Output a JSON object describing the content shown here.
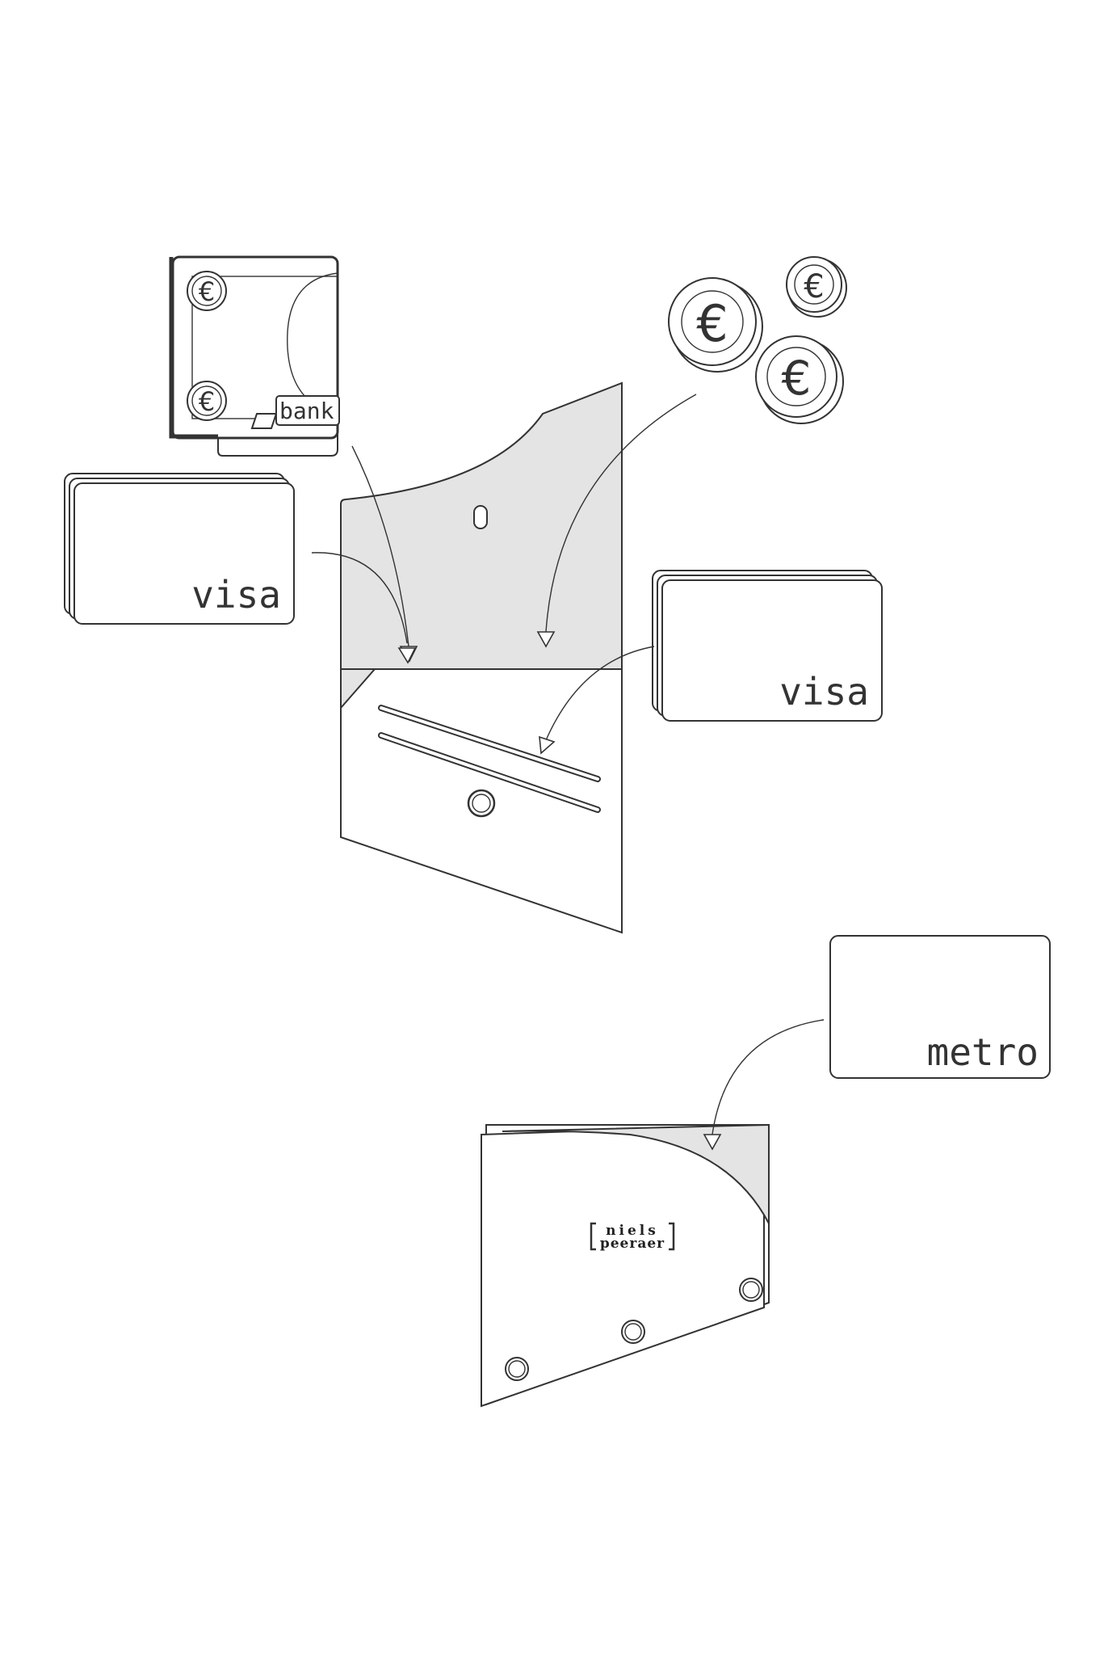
{
  "labels": {
    "bank": "bank",
    "card_left": "visa",
    "card_right": "visa",
    "card_metro": "metro",
    "brand_line1": "niels",
    "brand_line2": "peeraer"
  },
  "icons": {
    "euro_symbol": "€"
  },
  "colors": {
    "line": "#333333",
    "fill_gray": "#e4e4e4",
    "background": "#ffffff"
  }
}
